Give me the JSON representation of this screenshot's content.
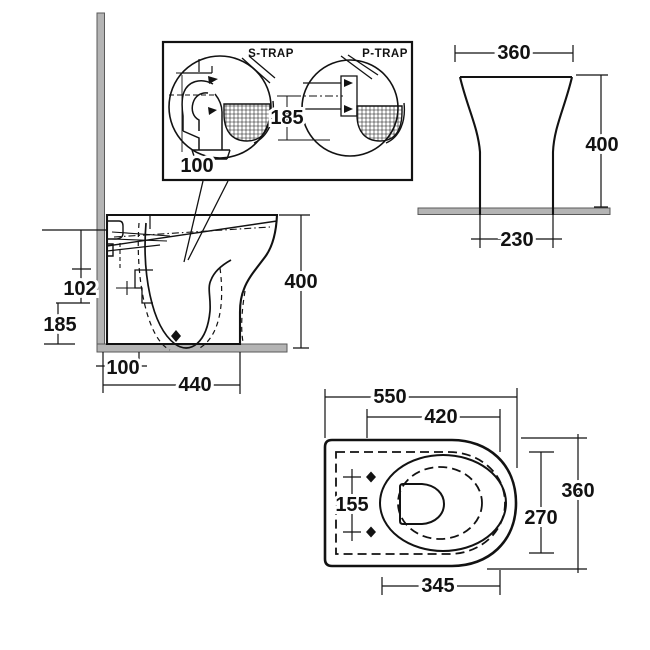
{
  "diagram": {
    "kind": "technical dimension drawing",
    "subject": "back-to-wall WC toilet pan",
    "units": "mm"
  },
  "detail_box": {
    "s_trap_label": "S-TRAP",
    "p_trap_label": "P-TRAP",
    "s_trap_outlet_offset": "100",
    "p_trap_outlet_height": "185"
  },
  "side_view": {
    "overall_height": "400",
    "outlet_zone": "102",
    "trap_height": "185",
    "outlet_offset_from_wall": "100",
    "overall_depth": "440"
  },
  "front_view": {
    "top_width": "360",
    "overall_height": "400",
    "base_width": "230"
  },
  "plan_view": {
    "overall_length": "550",
    "seat_length": "420",
    "fixing_hole_centres": "155",
    "seat_opening_width": "270",
    "overall_width": "360",
    "bowl_length": "345"
  },
  "colors": {
    "line": "#121212",
    "wall_fill": "#b4b4b4",
    "wall_edge": "#5a5a5a",
    "background": "#ffffff"
  }
}
